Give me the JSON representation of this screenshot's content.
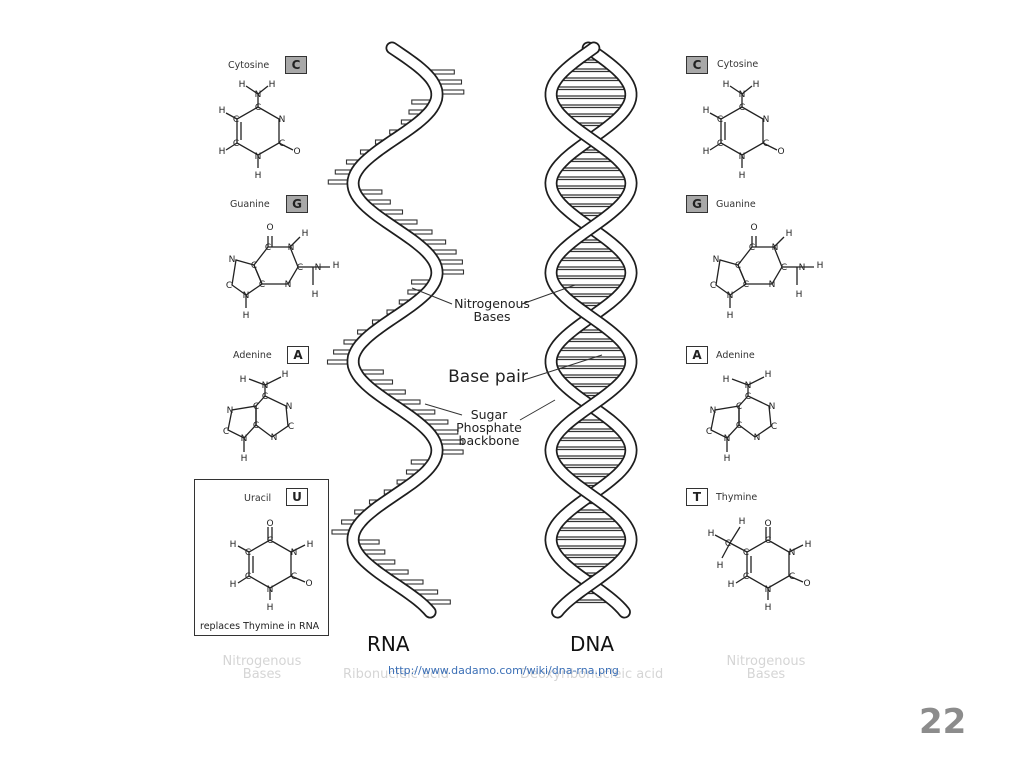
{
  "left_bases": [
    {
      "name": "Cytosine",
      "letter": "C"
    },
    {
      "name": "Guanine",
      "letter": "G"
    },
    {
      "name": "Adenine",
      "letter": "A"
    },
    {
      "name": "Uracil",
      "letter": "U"
    }
  ],
  "right_bases": [
    {
      "name": "Cytosine",
      "letter": "C"
    },
    {
      "name": "Guanine",
      "letter": "G"
    },
    {
      "name": "Adenine",
      "letter": "A"
    },
    {
      "name": "Thymine",
      "letter": "T"
    }
  ],
  "uracil_note": "replaces Thymine in RNA",
  "annotations": {
    "nitrogenous_bases": "Nitrogenous Bases",
    "base_pair": "Base pair",
    "backbone": "Sugar Phosphate backbone"
  },
  "titles": {
    "rna": "RNA",
    "dna": "DNA"
  },
  "faint": {
    "left_bases": "Nitrogenous Bases",
    "rna_full": "Ribonucleic acid",
    "dna_full": "Deoxyribonucleic acid",
    "right_bases": "Nitrogenous Bases"
  },
  "source_link": "http://www.dadamo.com/wiki/dna-rna.png",
  "page_number": "22"
}
